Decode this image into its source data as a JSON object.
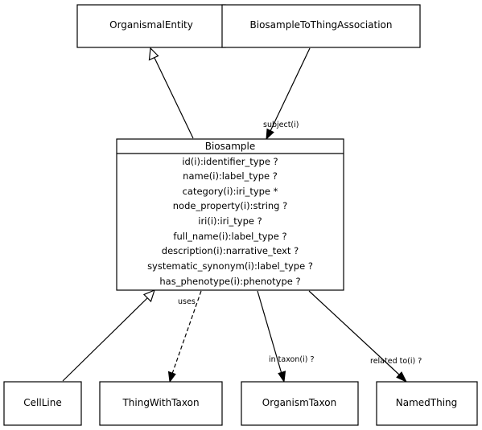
{
  "classes": {
    "organismal_entity": "OrganismalEntity",
    "biosample_to_thing_association": "BiosampleToThingAssociation",
    "cell_line": "CellLine",
    "thing_with_taxon": "ThingWithTaxon",
    "organism_taxon": "OrganismTaxon",
    "named_thing": "NamedThing"
  },
  "biosample": {
    "name": "Biosample",
    "attributes": [
      "id(i):identifier_type ?",
      "name(i):label_type ?",
      "category(i):iri_type *",
      "node_property(i):string ?",
      "iri(i):iri_type ?",
      "full_name(i):label_type ?",
      "description(i):narrative_text ?",
      "systematic_synonym(i):label_type ?",
      "has_phenotype(i):phenotype ?"
    ]
  },
  "edges": {
    "subject": "subject(i)",
    "uses": "uses",
    "in_taxon": "in taxon(i) ?",
    "related_to": "related to(i) ?"
  },
  "colors": {
    "stroke": "#000000",
    "fill": "#ffffff"
  }
}
